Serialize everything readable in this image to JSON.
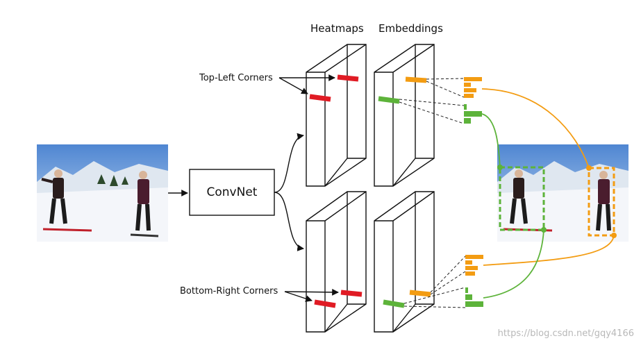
{
  "headers": {
    "heatmaps": "Heatmaps",
    "embeddings": "Embeddings"
  },
  "labels": {
    "top_left": "Top-Left Corners",
    "bottom_right": "Bottom-Right Corners",
    "convnet": "ConvNet"
  },
  "watermark": "https://blog.csdn.net/gqy4166",
  "colors": {
    "red": "#e01b24",
    "orange": "#f39c12",
    "green": "#5db33a",
    "sky": "#7fa8dc",
    "snow": "#eef2f7"
  }
}
